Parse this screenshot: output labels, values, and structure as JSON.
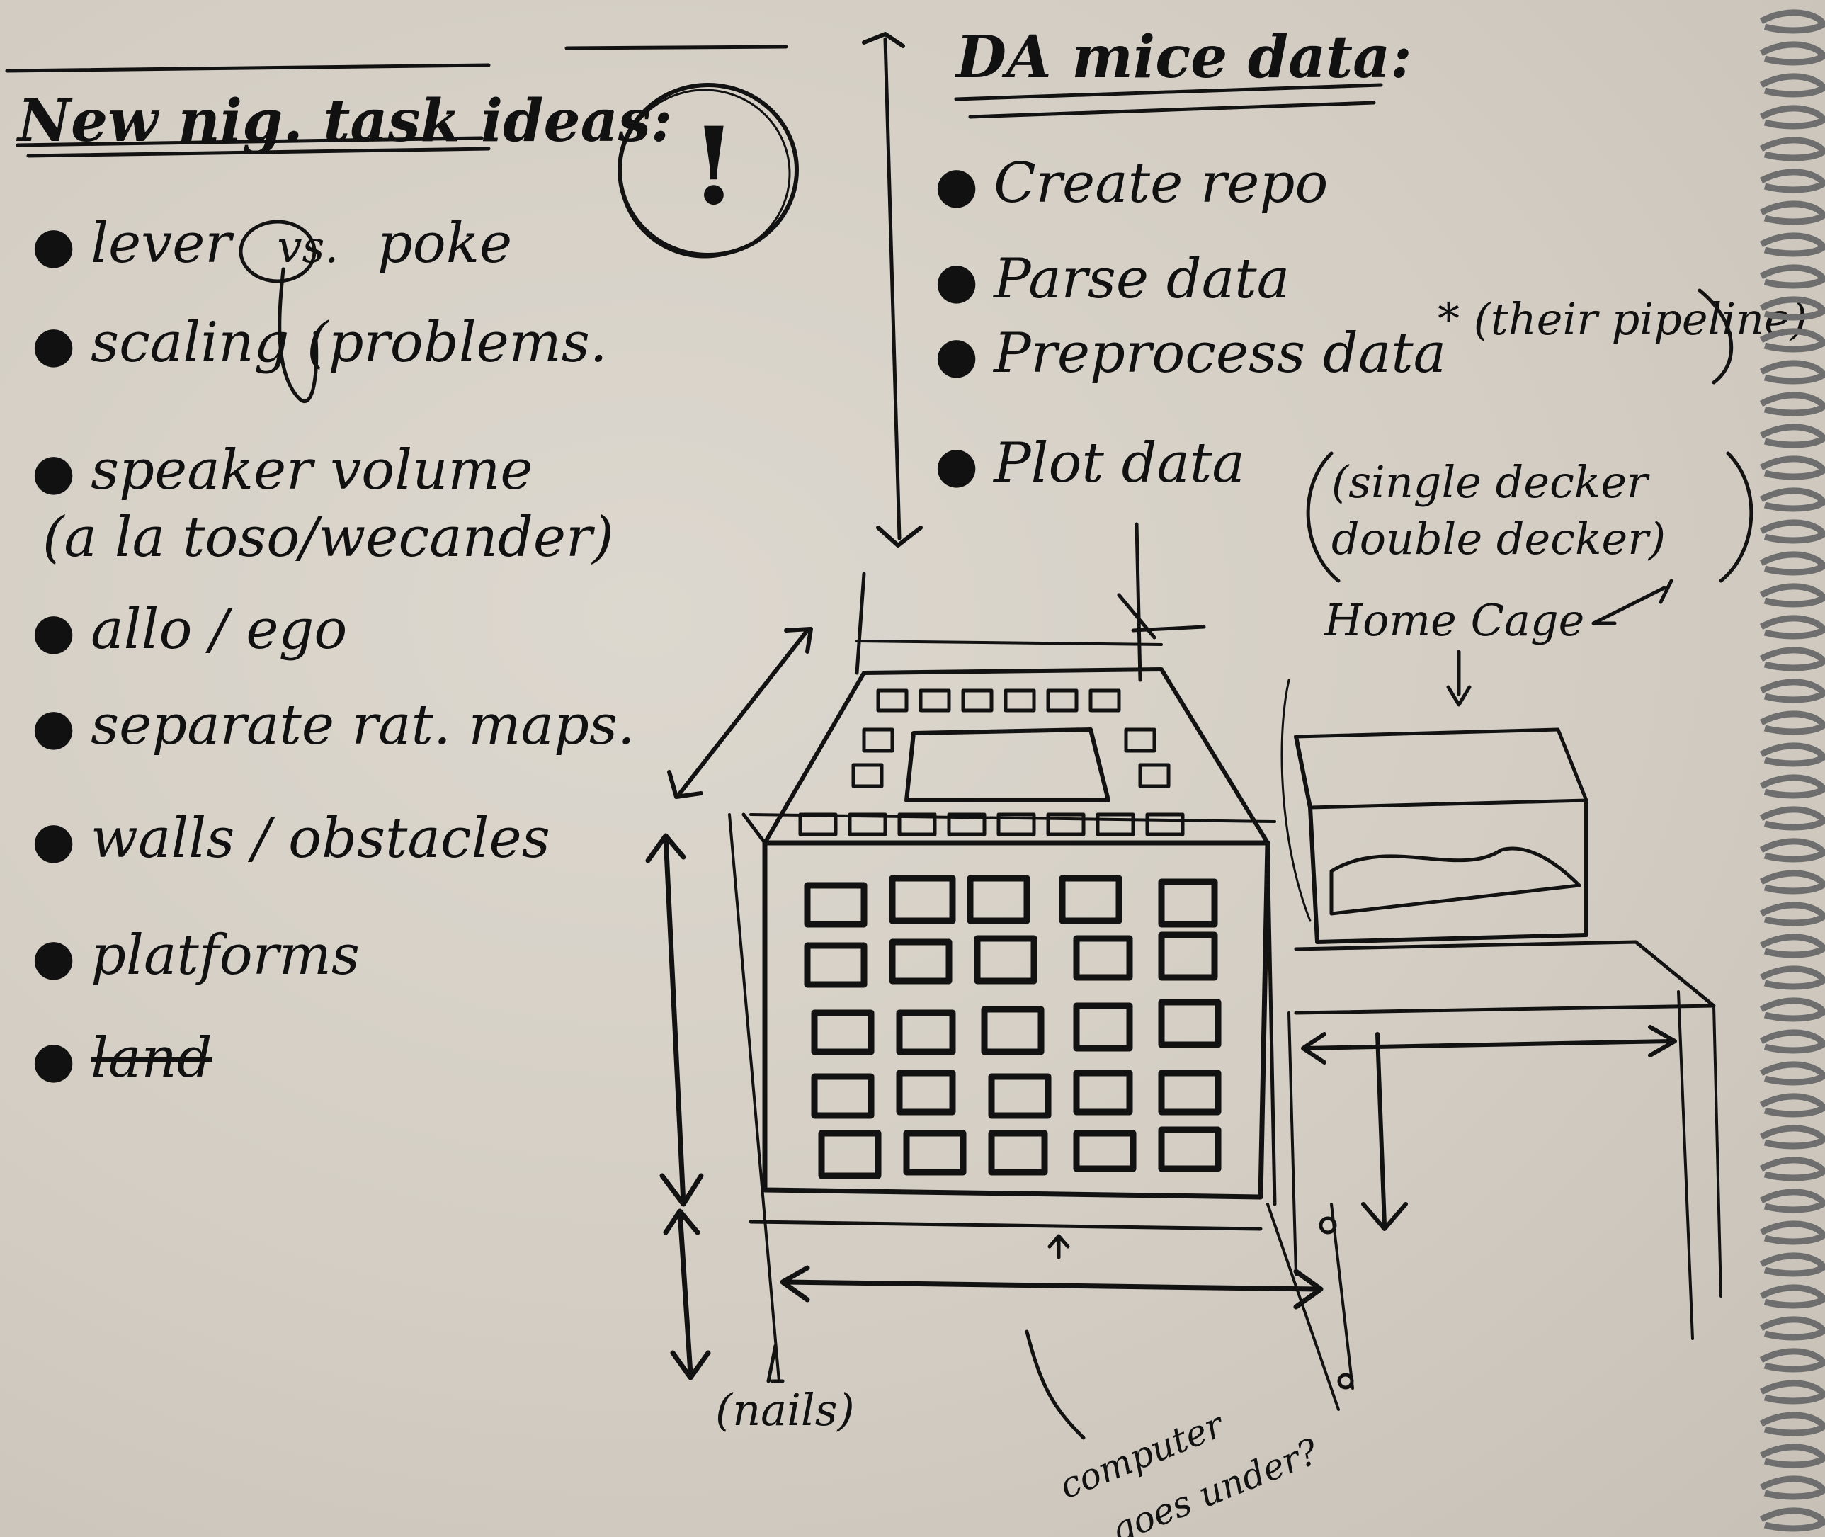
{
  "left_list": {
    "heading": "New nig. task ideas:",
    "exclaim": "!",
    "items": [
      {
        "text": "lever",
        "circled": "vs.",
        "rest": "poke"
      },
      {
        "text": "scaling (problems."
      },
      {
        "text": "speaker volume"
      },
      {
        "text": "(a la toso/wecander)"
      },
      {
        "text": "allo / ego"
      },
      {
        "text": "separate rat. maps."
      },
      {
        "text": "walls / obstacles"
      },
      {
        "text": "platforms"
      },
      {
        "text": "land"
      }
    ]
  },
  "right_list": {
    "heading": "DA mice data:",
    "items": [
      {
        "text": "Create repo"
      },
      {
        "text": "Parse data"
      },
      {
        "text": "Preprocess data"
      },
      {
        "text": "Plot data"
      }
    ],
    "note": "* (their pipeline)"
  },
  "sketch": {
    "cage_note_1": "(single decker",
    "cage_note_2": "double decker)",
    "home_cage": "Home Cage",
    "nails": "(nails)",
    "computer_1": "computer",
    "computer_2": "goes under?"
  },
  "colors": {
    "paper": "#d6d1c8",
    "ink": "#121212"
  }
}
